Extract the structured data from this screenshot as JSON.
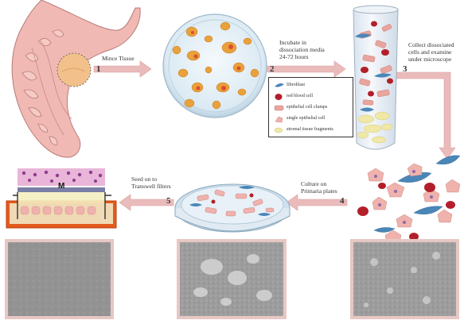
{
  "steps": [
    {
      "number": "1",
      "text": "Mince Tissue"
    },
    {
      "number": "2",
      "line1": "Incubate in",
      "line2": "dissociation media",
      "line3": "24-72 hours"
    },
    {
      "number": "3",
      "line1": "Collect dissociated",
      "line2": "cells and examine",
      "line3": "under microscope"
    },
    {
      "number": "4",
      "line1": "Culture on",
      "line2": "Primaria plates"
    },
    {
      "number": "5",
      "line1": "Seed on to",
      "line2": "Transwell filters"
    }
  ],
  "legend": [
    {
      "label": "fibroblast",
      "icon": "fibroblast-icon",
      "color": "#4a86b8"
    },
    {
      "label": "red blood cell",
      "icon": "red-blood-cell-icon",
      "color": "#b21f2a"
    },
    {
      "label": "epithelial cell clumps",
      "icon": "epithelial-clump-icon",
      "color": "#e9a49e"
    },
    {
      "label": "single epithelial cell",
      "icon": "single-epithelial-cell-icon",
      "color": "#efb2ad"
    },
    {
      "label": "stromal tissue fragments",
      "icon": "stromal-fragment-icon",
      "color": "#efe8a6"
    }
  ],
  "transwell_label": "M",
  "colors": {
    "arrow": "#eabbbb",
    "tissue": "#f1b9b4",
    "tissue_outline": "#b87a78",
    "dish_blue": "#cfe1ee",
    "photo_frame": "#e7c7c4"
  }
}
